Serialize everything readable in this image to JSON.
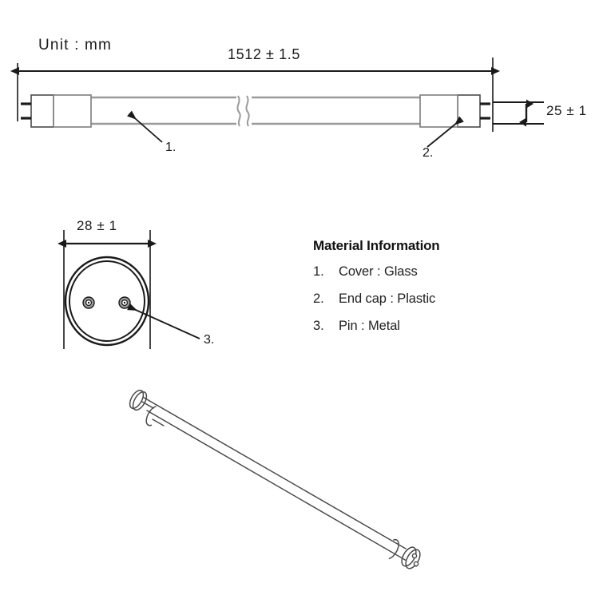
{
  "drawing": {
    "unit_note": "Unit : mm",
    "dimensions": {
      "length": "1512 ± 1.5",
      "diameter_side": "25 ± 1",
      "diameter_end": "28 ± 1"
    },
    "callouts": {
      "cover": "1.",
      "endcap": "2.",
      "pin": "3."
    }
  },
  "material": {
    "title": "Material Information",
    "items": [
      {
        "num": "1.",
        "label": "Cover : Glass"
      },
      {
        "num": "2.",
        "label": "End cap : Plastic"
      },
      {
        "num": "3.",
        "label": "Pin : Metal"
      }
    ]
  },
  "colors": {
    "background": "#ffffff",
    "line_dark": "#1a1a1a",
    "line_gray": "#9a9a9a",
    "text": "#1a1a1a"
  }
}
